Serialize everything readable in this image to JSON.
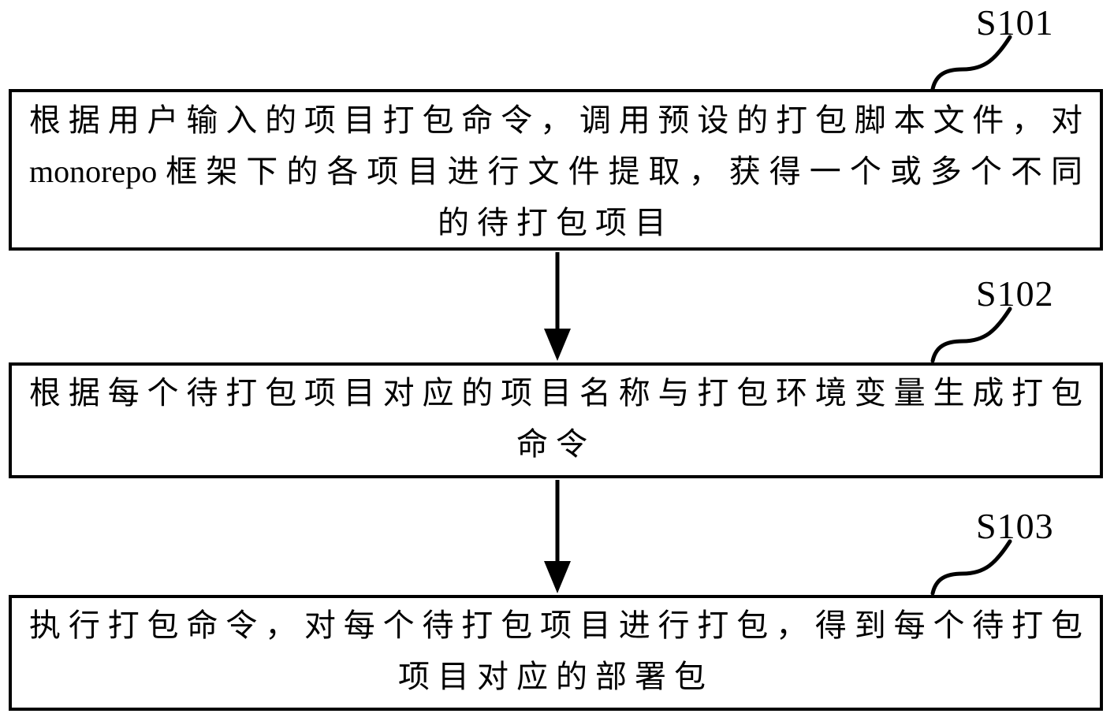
{
  "figure": {
    "type": "flowchart",
    "colors": {
      "line": "#000000",
      "text": "#000000",
      "background": "#ffffff"
    },
    "steps": [
      {
        "id": "S101",
        "lines": [
          "根据用户输入的项目打包命令，调用预设的打包脚本文件，对",
          "monorepo框架下的各项目进行文件提取，获得一个或多个不同",
          "的待打包项目"
        ]
      },
      {
        "id": "S102",
        "lines": [
          "根据每个待打包项目对应的项目名称与打包环境变量生成打包",
          "命令"
        ]
      },
      {
        "id": "S103",
        "lines": [
          "执行打包命令，对每个待打包项目进行打包，得到每个待打包",
          "项目对应的部署包"
        ]
      }
    ]
  }
}
